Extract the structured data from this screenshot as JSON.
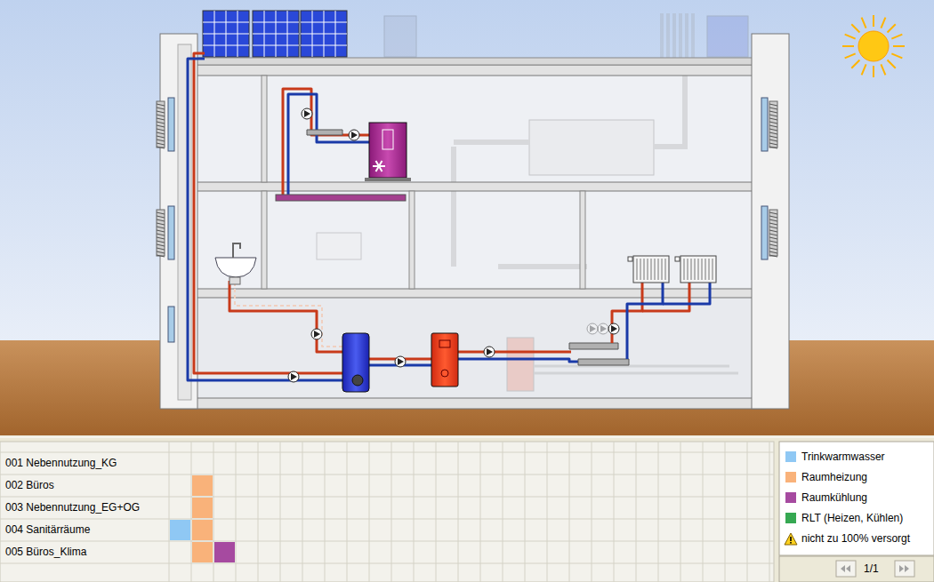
{
  "diagram": {
    "labels": [
      "001 Nebennutzung_KG",
      "002 Büros",
      "003 Nebennutzung_EG+OG",
      "004 Sanitärräume",
      "005 Büros_Klima",
      "1/1"
    ],
    "legend": [
      {
        "text": "Trinkwarmwasser",
        "color": "#8fc8f4"
      },
      {
        "text": "Raumheizung",
        "color": "#f9b27a"
      },
      {
        "text": "Raumkühlung",
        "color": "#a64aa0"
      },
      {
        "text": "RLT (Heizen, Kühlen)",
        "color": "#36a852"
      },
      {
        "text": "nicht zu 100% versorgt"
      }
    ]
  }
}
